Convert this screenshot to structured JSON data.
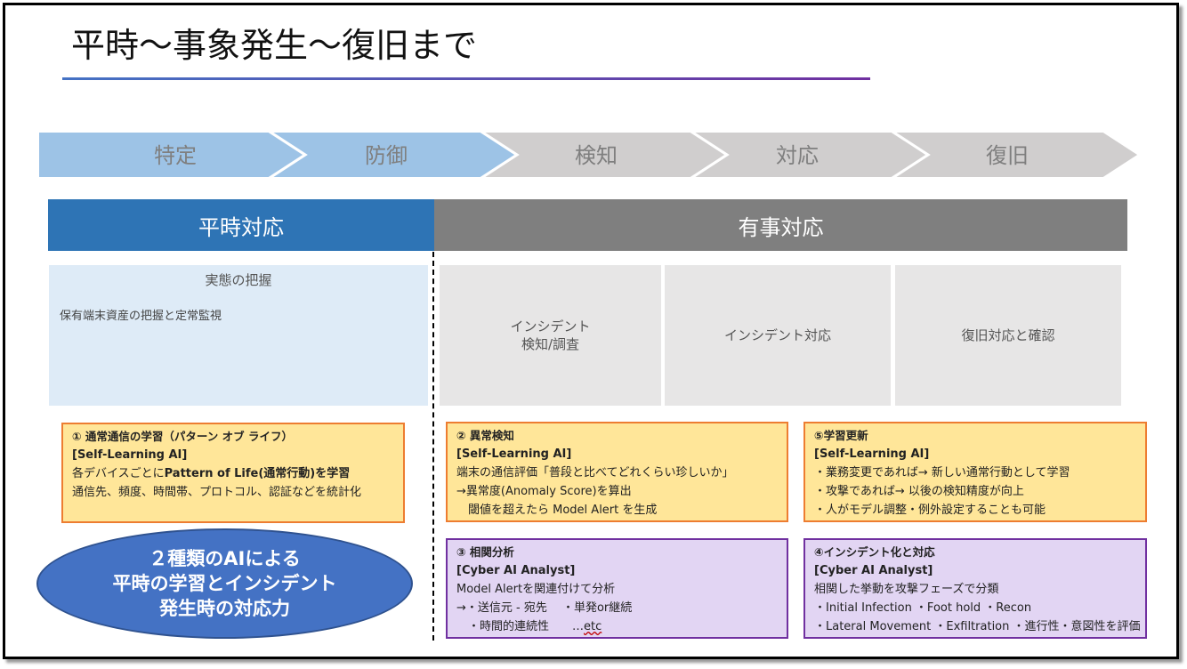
{
  "title": "平時〜事象発生〜復旧まで",
  "colors": {
    "accent_blue": "#2e74b5",
    "chev_blue": "#9dc3e6",
    "chev_grey": "#d0cece",
    "grey_band": "#7f7f7f",
    "orange": "#ed7d31",
    "purple": "#7030a0"
  },
  "phases": [
    "特定",
    "防御",
    "検知",
    "対応",
    "復旧"
  ],
  "bands": {
    "peace": "平時対応",
    "emergency": "有事対応"
  },
  "panels": {
    "peace_head": "実態の把握",
    "peace_body": "保有端末資産の把握と定常監視",
    "detect_line1": "インシデント",
    "detect_line2": "検知/調査",
    "respond": "インシデント対応",
    "recover": "復旧対応と確認"
  },
  "boxes": {
    "b1": {
      "heading": "① 通常通信の学習（パターン オブ ライフ）",
      "sub": "[Self-Learning AI]",
      "line1_pre": "各デバイスごとに",
      "line1_bold": "Pattern of Life(通常行動)を学習",
      "line2": "通信先、頻度、時間帯、プロトコル、認証などを統計化"
    },
    "b2": {
      "heading": "② 異常検知",
      "sub": "[Self-Learning AI]",
      "line1": "端末の通信評価「普段と比べてどれくらい珍しいか」",
      "line2": "→異常度(Anomaly Score)を算出",
      "line3": "　閾値を超えたら Model Alert を生成"
    },
    "b5": {
      "heading": "⑤学習更新",
      "sub": "[Self-Learning AI]",
      "line1": "・業務変更であれば→ 新しい通常行動として学習",
      "line2": "・攻撃であれば→ 以後の検知精度が向上",
      "line3": "・人がモデル調整・例外設定することも可能"
    },
    "b3": {
      "heading": "③ 相関分析",
      "sub": "[Cyber AI Analyst]",
      "line1": "Model Alertを関連付けて分析",
      "line2": "→・送信元 - 宛先　 ・単発or継続",
      "line3_pre": "　・時間的連続性　　…",
      "line3_squig": "etc"
    },
    "b4": {
      "heading": "④インシデント化と対応",
      "sub": "[Cyber AI Analyst]",
      "line1": "相関した挙動を攻撃フェーズで分類",
      "line2": "・Initial Infection ・Foot hold ・Recon",
      "line3": "・Lateral Movement ・Exfiltration ・進行性・意図性を評価"
    }
  },
  "oval": {
    "line1": "２種類のAIによる",
    "line2": "平時の学習とインシデント",
    "line3": "発生時の対応力"
  }
}
